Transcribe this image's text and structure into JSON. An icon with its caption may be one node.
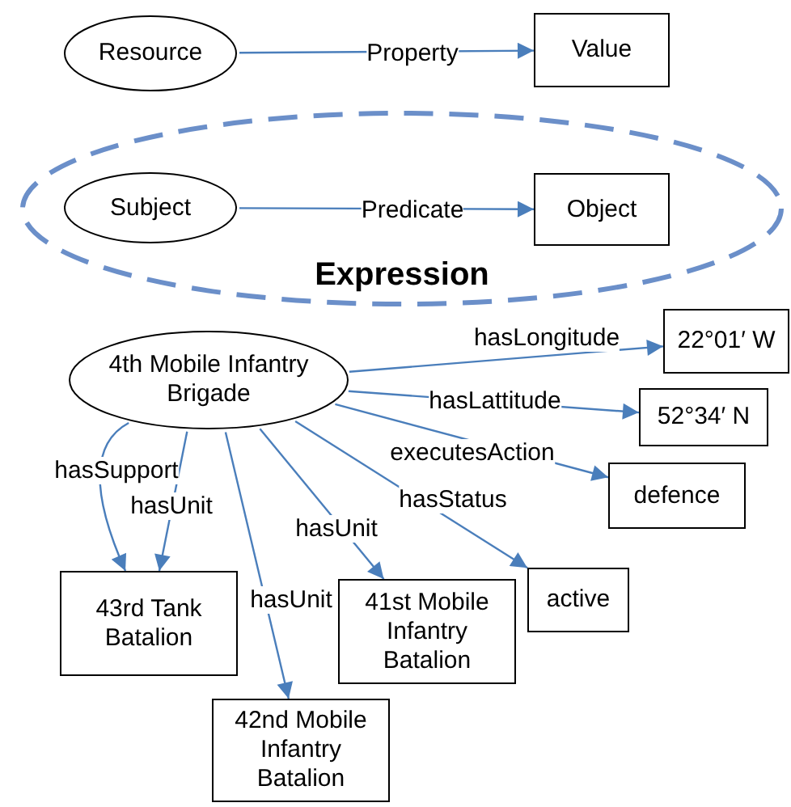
{
  "diagram": {
    "nodes": [
      {
        "text": [
          "Resource"
        ]
      },
      {
        "text": [
          "Value"
        ]
      },
      {
        "text": [
          "Expression"
        ]
      },
      {
        "text": [
          "Subject"
        ],
        "in": 2
      },
      {
        "text": [
          "Object"
        ],
        "in": 2
      },
      {
        "text": [
          "4th Mobile Infantry Brigade"
        ]
      },
      {
        "text": [
          "22°01′ W"
        ]
      },
      {
        "text": [
          "52°34′ N"
        ]
      },
      {
        "text": [
          "defence"
        ]
      },
      {
        "text": [
          "active"
        ]
      },
      {
        "text": [
          "43rd Tank Batalion"
        ]
      },
      {
        "text": [
          "41st Mobile Infantry Batalion"
        ]
      },
      {
        "text": [
          "42nd Mobile Infantry Batalion"
        ]
      }
    ],
    "edges": [
      {
        "from": 0,
        "to": 1,
        "label": "Property",
        "arrow": "to"
      },
      {
        "from": 3,
        "to": 4,
        "label": "Predicate",
        "arrow": "to"
      },
      {
        "from": 5,
        "to": 6,
        "label": "hasLongitude",
        "arrow": "to"
      },
      {
        "from": 5,
        "to": 7,
        "label": "hasLattitude",
        "arrow": "to"
      },
      {
        "from": 5,
        "to": 8,
        "label": "executesAction",
        "arrow": "to"
      },
      {
        "from": 5,
        "to": 9,
        "label": "hasStatus",
        "arrow": "to"
      },
      {
        "from": 5,
        "to": 10,
        "label": "hasSupport",
        "arrow": "to"
      },
      {
        "from": 5,
        "to": 10,
        "label": "hasUnit",
        "arrow": "to"
      },
      {
        "from": 5,
        "to": 11,
        "label": "hasUnit",
        "arrow": "to"
      },
      {
        "from": 5,
        "to": 12,
        "label": "hasUnit",
        "arrow": "to"
      }
    ]
  }
}
